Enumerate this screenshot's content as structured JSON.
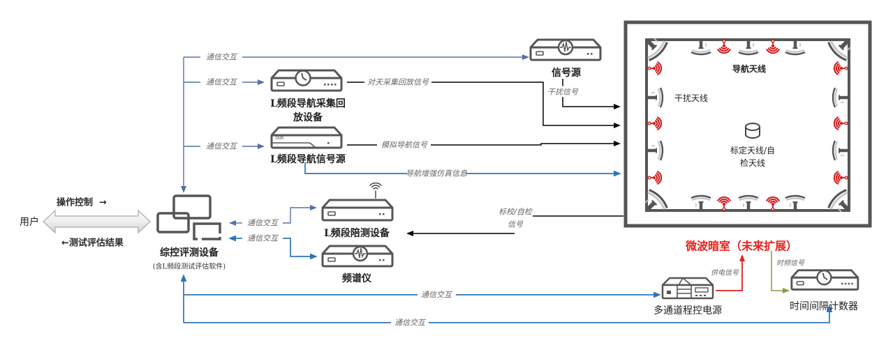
{
  "nodes": {
    "user": {
      "label": "用户"
    },
    "control_console": {
      "label": "综控评测设备",
      "sublabel": "(含L频段测试评估软件)",
      "icon": "monitors-icon"
    },
    "playback_device": {
      "label_line1": "L频段导航采集回",
      "label_line2": "放设备",
      "icon": "clock-device-icon"
    },
    "nav_signal_source": {
      "label": "L频段导航信号源",
      "badge": "SNR",
      "icon": "snr-device-icon"
    },
    "signal_source": {
      "label": "信号源",
      "icon": "waveform-device-icon"
    },
    "companion_device": {
      "label": "L频段陪测设备",
      "icon": "wireless-device-icon"
    },
    "spectrum_analyzer": {
      "label": "频谱仪",
      "icon": "waveform-device-icon"
    },
    "power_supply": {
      "label": "多通道程控电源",
      "icon": "power-supply-icon"
    },
    "time_interval_counter": {
      "label": "时间间隔计数器",
      "icon": "clock-device-icon"
    },
    "anechoic_chamber": {
      "title": "微波暗室（未来扩展）",
      "nav_antenna_label": "导航天线",
      "jammer_antenna_label": "干扰天线",
      "cal_antenna_label_line1": "标定天线/自",
      "cal_antenna_label_line2": "检天线"
    }
  },
  "edges": {
    "console_to_signal_source": {
      "label": "通信交互"
    },
    "console_to_playback": {
      "label": "通信交互"
    },
    "console_to_nav_source": {
      "label": "通信交互"
    },
    "playback_to_chamber": {
      "label": "对天采集回放信号"
    },
    "signal_source_to_chamber": {
      "label": "干扰信号"
    },
    "nav_source_to_chamber": {
      "label": "模拟导航信号"
    },
    "nav_source_augmentation": {
      "label": "导航增强仿真信息"
    },
    "chamber_to_companion": {
      "label_line1": "标校/自检",
      "label_line2": "信号"
    },
    "companion_comm": {
      "label": "通信交互"
    },
    "spectrum_comm": {
      "label": "通信交互"
    },
    "console_to_power_supply": {
      "label": "通信交互"
    },
    "console_to_time_counter": {
      "label": "通信交互"
    },
    "power_to_chamber": {
      "label": "供电信号"
    },
    "chamber_to_time_counter": {
      "label": "时频信号"
    },
    "user_to_console": {
      "label": "操作控制  →"
    },
    "console_to_user": {
      "label": "←测试评估结果"
    }
  },
  "colors": {
    "device_stroke": "#555555",
    "comm_slate": "#5470a8",
    "comm_blue": "#2e75b6",
    "signal_line": "#000000",
    "power_line": "#e02020",
    "timing_line": "#8a9a3c",
    "chamber_title": "#e8201c",
    "rf_antenna": "#d42020"
  }
}
